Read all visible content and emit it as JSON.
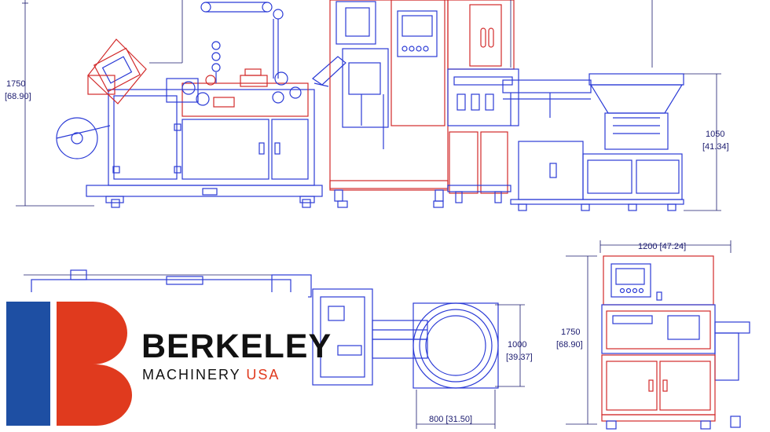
{
  "brand": {
    "name": "BERKELEY",
    "sub_main": "MACHINERY",
    "sub_accent": "USA",
    "colors": {
      "blue": "#1e4fa3",
      "red": "#e03a1e",
      "text": "#111111"
    }
  },
  "drawing": {
    "line_colors": {
      "primary": "#2b3bd6",
      "secondary": "#d22a2a",
      "dimension": "#1a1a6e"
    },
    "dimensions": {
      "side_height_mm": "1750",
      "side_height_in": "[68.90]",
      "feeder_height_mm": "1050",
      "feeder_height_in": "[41.34]",
      "end_width": "1200 [47.24]",
      "end_height_mm": "1750",
      "end_height_in": "[68.90]",
      "bowl_depth_mm": "1000",
      "bowl_depth_in": "[39.37]",
      "bowl_width": "800 [31.50]"
    }
  }
}
